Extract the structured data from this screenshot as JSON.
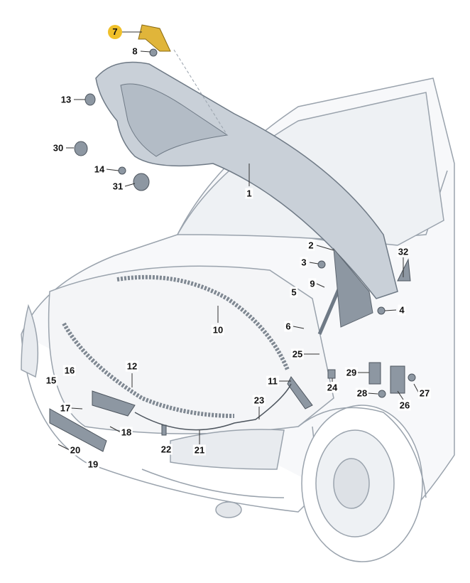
{
  "title": "Hood (bonnet) parts diagram",
  "highlight_color": "#f0c02a",
  "callouts": [
    {
      "id": "7",
      "highlighted": true
    },
    {
      "id": "8"
    },
    {
      "id": "13"
    },
    {
      "id": "30"
    },
    {
      "id": "14"
    },
    {
      "id": "31"
    },
    {
      "id": "1"
    },
    {
      "id": "2"
    },
    {
      "id": "3"
    },
    {
      "id": "32"
    },
    {
      "id": "9"
    },
    {
      "id": "5"
    },
    {
      "id": "4"
    },
    {
      "id": "6"
    },
    {
      "id": "10"
    },
    {
      "id": "25"
    },
    {
      "id": "12"
    },
    {
      "id": "16"
    },
    {
      "id": "15"
    },
    {
      "id": "11"
    },
    {
      "id": "29"
    },
    {
      "id": "27"
    },
    {
      "id": "24"
    },
    {
      "id": "28"
    },
    {
      "id": "26"
    },
    {
      "id": "23"
    },
    {
      "id": "17"
    },
    {
      "id": "18"
    },
    {
      "id": "22"
    },
    {
      "id": "21"
    },
    {
      "id": "20"
    },
    {
      "id": "19"
    }
  ]
}
